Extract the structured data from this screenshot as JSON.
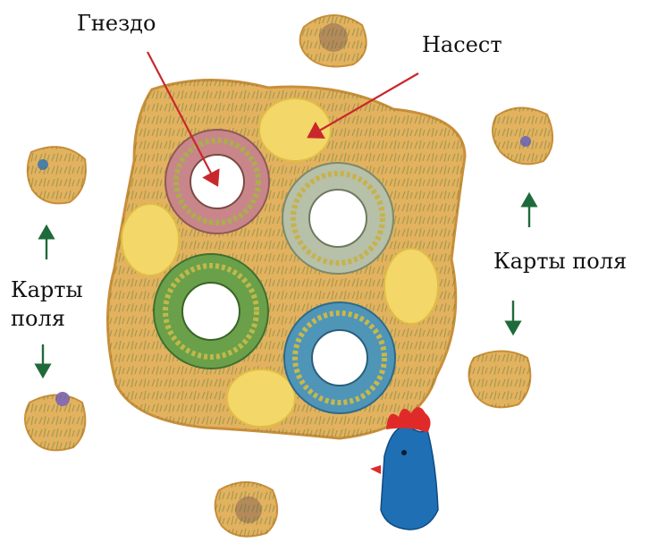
{
  "labels": {
    "nest": "Гнездо",
    "perch": "Насест",
    "field_cards_right": "Карты поля",
    "field_cards_left_line1": "Карты",
    "field_cards_left_line2": "поля"
  },
  "colors": {
    "board": "#e3b25e",
    "board_edge": "#c98f3a",
    "nest_pink": "#c9868a",
    "nest_silver": "#b7c0a8",
    "nest_green": "#6aa04a",
    "nest_blue": "#4f95b8",
    "perch_yellow": "#f3d768",
    "red_arrow": "#c8282c",
    "green_arrow": "#1f6a3a",
    "meeple_blue": "#1f6fb4",
    "meeple_red": "#e02a2a"
  }
}
